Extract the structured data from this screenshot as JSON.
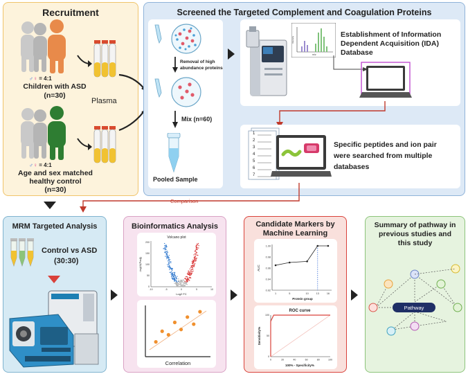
{
  "recruitment": {
    "title": "Recruitment",
    "asd_ratio": "= 4:1",
    "asd_label": "Children with ASD",
    "asd_n": "(n=30)",
    "plasma_label": "Plasma",
    "control_ratio": "= 4:1",
    "control_label_1": "Age and sex matched",
    "control_label_2": "healthy control",
    "control_n": "(n=30)"
  },
  "screening": {
    "title": "Screened the Targeted Complement and Coagulation Proteins",
    "removal_label_1": "Removal of high",
    "removal_label_2": "abundance proteins",
    "mix_label": "Mix (n=60)",
    "pooled_label": "Pooled Sample",
    "ida_label_1": "Establishment of Information",
    "ida_label_2": "Dependent Acquisition (IDA)",
    "ida_label_3": "Database",
    "spectrum_ylabel": "Intensity",
    "spectrum_xlabel": "m/z",
    "peptide_label_1": "Specific peptides and ion pair",
    "peptide_label_2": "were searched from multiple",
    "peptide_label_3": "databases",
    "list_numbers": [
      "1",
      "2",
      "3",
      "4",
      "5",
      "6",
      "7"
    ]
  },
  "comparison_label": "Comparison",
  "mrm": {
    "title": "MRM Targeted Analysis",
    "group_label_1": "Control vs ASD",
    "group_label_2": "(30:30)"
  },
  "bioinformatics": {
    "title": "Bioinformatics Analysis",
    "volcano_title": "Volcano plot",
    "volcano_ylabel": "-log10(Padj)",
    "volcano_xlabel": "Log2 FC",
    "volcano_xticks": [
      "-10",
      "-5",
      "0",
      "5",
      "10"
    ],
    "volcano_yticks": [
      "0",
      "50",
      "100",
      "150",
      "200"
    ],
    "correlation_label": "Correlation"
  },
  "candidate": {
    "title_1": "Candidate Markers by",
    "title_2": "Machine Learning",
    "auc_ylabel": "AUC",
    "auc_xlabel": "Protein group",
    "auc_yticks": [
      "0.92",
      "0.94",
      "0.96",
      "0.98",
      "1.00"
    ],
    "auc_xticks": [
      "1",
      "5",
      "10",
      "13",
      "16"
    ],
    "roc_title": "ROC curve",
    "roc_ylabel": "Sensitivity%",
    "roc_xlabel": "100% - Specificity%",
    "roc_xticks": [
      "0",
      "20",
      "40",
      "60",
      "80",
      "100"
    ],
    "roc_yticks": [
      "0",
      "50",
      "100"
    ]
  },
  "summary": {
    "title_1": "Summary of pathway in",
    "title_2": "previous studies and",
    "title_3": "this study",
    "pathway_label": "Pathway"
  },
  "colors": {
    "recruitment_bg": "#fdf3dc",
    "recruitment_border": "#f0c46a",
    "screening_bg": "#dde9f6",
    "screening_border": "#8fb3d9",
    "mrm_bg": "#d6eaf4",
    "mrm_border": "#7fb3cf",
    "bio_bg": "#f7e3ef",
    "bio_border": "#d9a1c4",
    "cand_bg": "#f9e0dc",
    "cand_border": "#d9413a",
    "summary_bg": "#e6f3df",
    "summary_border": "#8cc47a",
    "asd_orange": "#e88a4a",
    "control_green": "#2e7d32",
    "connector_red": "#c0392b"
  },
  "chart_data": [
    {
      "type": "scatter",
      "title": "Volcano plot",
      "xlabel": "Log2 FC",
      "ylabel": "-log10(Padj)",
      "xlim": [
        -10,
        10
      ],
      "ylim": [
        0,
        200
      ],
      "series": []
    },
    {
      "type": "scatter",
      "xlabel": "",
      "ylabel": "",
      "x": [
        1,
        2,
        3,
        4,
        5,
        6,
        7,
        8
      ],
      "y": [
        1.2,
        2.4,
        2.0,
        3.4,
        2.6,
        4.0,
        3.2,
        4.6
      ]
    },
    {
      "type": "line",
      "xlabel": "Protein group",
      "ylabel": "AUC",
      "x": [
        1,
        5,
        10,
        13,
        16
      ],
      "y": [
        0.965,
        0.97,
        0.972,
        1.0,
        1.0
      ],
      "ylim": [
        0.92,
        1.0
      ],
      "xlim": [
        0,
        17
      ]
    },
    {
      "type": "line",
      "title": "ROC curve",
      "xlabel": "100% - Specificity%",
      "ylabel": "Sensitivity%",
      "xlim": [
        0,
        100
      ],
      "ylim": [
        0,
        100
      ],
      "x": [
        0,
        0,
        5,
        100
      ],
      "y": [
        0,
        85,
        100,
        100
      ]
    }
  ]
}
